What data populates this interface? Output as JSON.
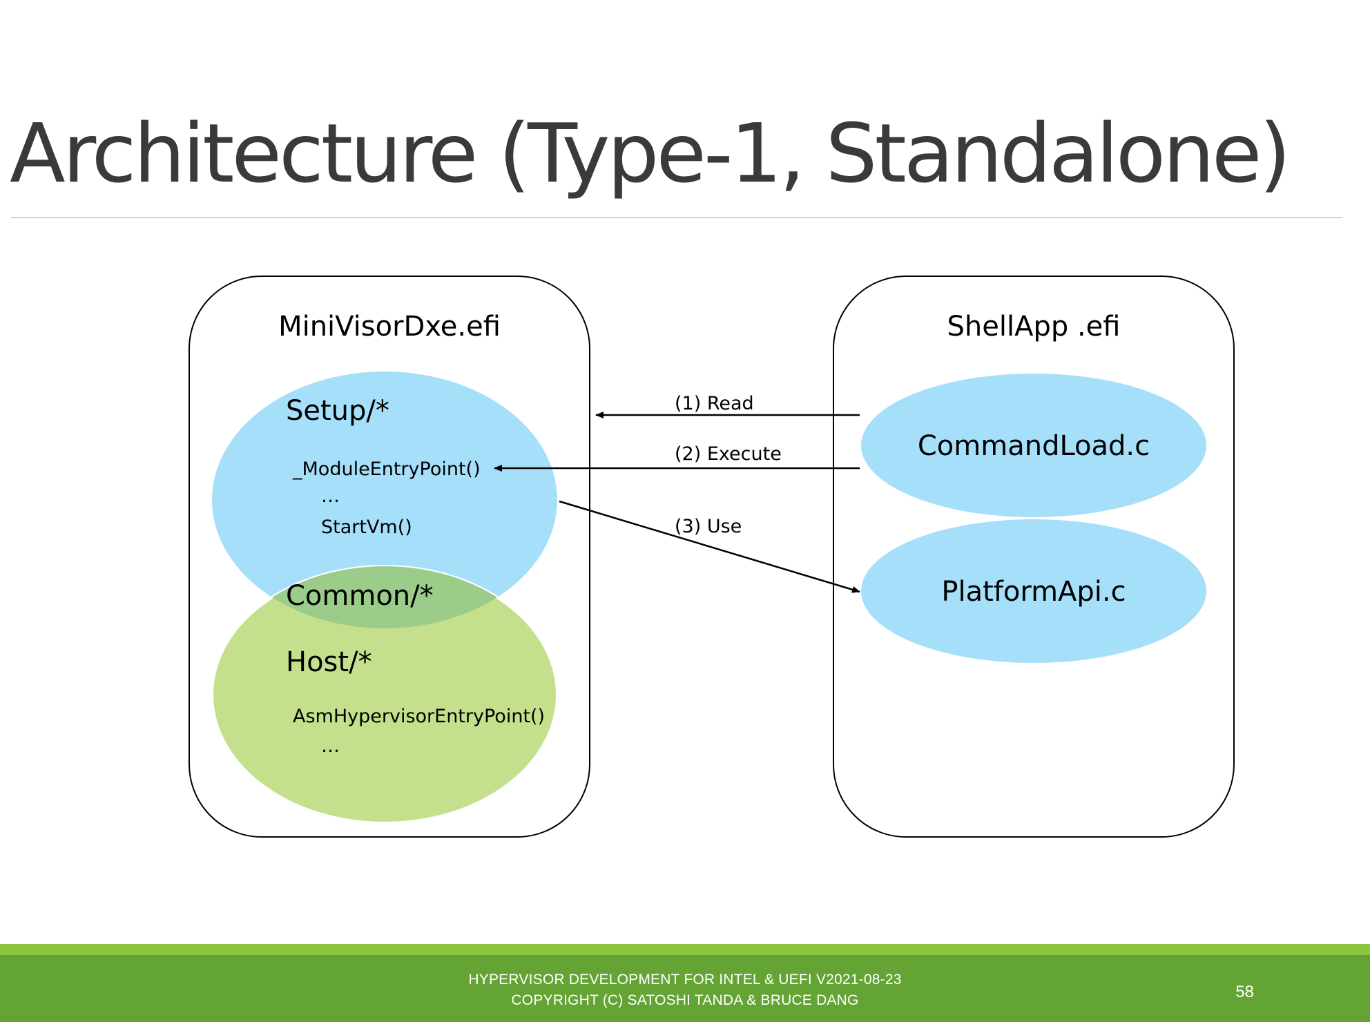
{
  "slide": {
    "title": "Architecture (Type-1, Standalone)"
  },
  "diagram": {
    "left_box": {
      "title": "MiniVisorDxe.efi",
      "setup": {
        "label": "Setup/*",
        "lines": [
          "_ModuleEntryPoint()",
          "…",
          "StartVm()"
        ]
      },
      "common": {
        "label": "Common/*"
      },
      "host": {
        "label": "Host/*",
        "lines": [
          "AsmHypervisorEntryPoint()",
          "…"
        ]
      }
    },
    "right_box": {
      "title": "ShellApp .efi",
      "command_load": "CommandLoad.c",
      "platform_api": "PlatformApi.c"
    },
    "arrows": {
      "read": "(1) Read",
      "execute": "(2) Execute",
      "use": "(3) Use"
    },
    "colors": {
      "blue_ellipse": "#a6dff9",
      "green_ellipse": "#c5e08c",
      "overlap": "#9ccc8a"
    }
  },
  "footer": {
    "line1": "HYPERVISOR DEVELOPMENT FOR INTEL & UEFI V2021-08-23",
    "line2": "COPYRIGHT (C) SATOSHI TANDA & BRUCE DANG",
    "page_number": "58",
    "colors": {
      "accent": "#8cc63f",
      "bar": "#63a435"
    }
  }
}
